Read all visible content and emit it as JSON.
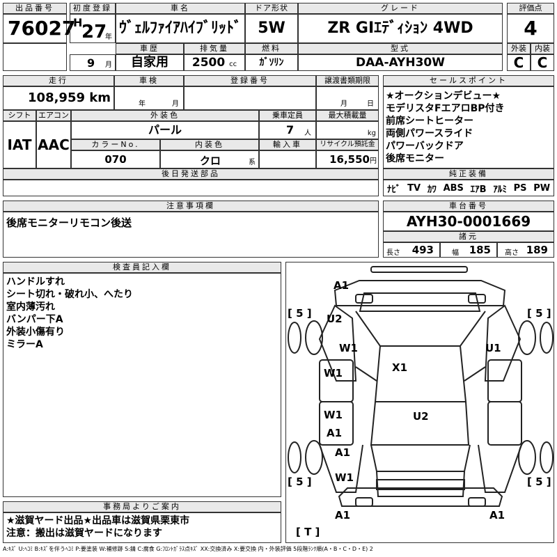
{
  "header": {
    "lot_label": "出品番号",
    "lot": "76027",
    "reg_label": "初度登録",
    "era": "H",
    "year": "27",
    "year_unit": "年",
    "month": "9",
    "month_unit": "月",
    "name_label": "車名",
    "name": "ｳﾞｪﾙﾌｧｲｱﾊｲﾌﾞﾘｯﾄﾞ",
    "door_label": "ドア形状",
    "door": "5W",
    "grade_label": "グレード",
    "grade": "ZR GIｴﾃﾞｨｼｮﾝ 4WD",
    "score_label": "評価点",
    "score": "4",
    "history_label": "車歴",
    "history": "自家用",
    "disp_label": "排気量",
    "disp": "2500",
    "disp_unit": "cc",
    "fuel_label": "燃料",
    "fuel": "ｶﾞｿﾘﾝ",
    "model_label": "型式",
    "model": "DAA-AYH30W",
    "ext_label": "外装",
    "int_label": "内装",
    "ext": "C",
    "int": "C"
  },
  "row2": {
    "mileage_label": "走行",
    "mileage": "108,959 km",
    "inspect_label": "車検",
    "inspect_y": "年",
    "inspect_m": "月",
    "regno_label": "登録番号",
    "transfer_label": "譲渡書類期限",
    "transfer_m": "月",
    "transfer_d": "日",
    "shift_label": "シフト",
    "shift": "IAT",
    "ac_label": "エアコン",
    "ac": "AAC",
    "color_label": "外装色",
    "color": "パール",
    "cap_label": "乗車定員",
    "cap": "7",
    "cap_unit": "人",
    "load_label": "最大積載量",
    "load_unit": "kg",
    "colorno_label": "カラーNo.",
    "colorno": "070",
    "intcolor_label": "内装色",
    "intcolor": "クロ",
    "intcolor_unit": "系",
    "import_label": "輸入車",
    "recycle_label": "リサイクル預託金",
    "recycle": "16,550",
    "recycle_unit": "円",
    "later_label": "後日発送部品"
  },
  "sales": {
    "label": "セールスポイント",
    "items": [
      "★オークションデビュー★",
      "モデリスタFエアロBP付き",
      "前席シートヒーター",
      "両側パワースライド",
      "パワーバックドア",
      "後席モニター"
    ]
  },
  "equip": {
    "label": "純正装備",
    "items": [
      "ﾅﾋﾞ",
      "TV",
      "ｶﾜ",
      "ABS",
      "ｴｱB",
      "ｱﾙﾐ",
      "PS",
      "PW"
    ]
  },
  "notes": {
    "label": "注意事項欄",
    "text": "後席モニターリモコン後送"
  },
  "chassis": {
    "label": "車台番号",
    "value": "AYH30-0001669",
    "dims_label": "諸元",
    "len_label": "長さ",
    "len": "493",
    "wid_label": "幅",
    "wid": "185",
    "hgt_label": "高さ",
    "hgt": "189"
  },
  "inspector": {
    "label": "検査員記入欄",
    "lines": [
      "ハンドルすれ",
      "シート切れ・破れ小、へたり",
      "室内薄汚れ",
      "バンパー下A",
      "外装小傷有り",
      "ミラーA"
    ]
  },
  "office": {
    "label": "事務局よりご案内",
    "lines": [
      "★滋賀ヤード出品★出品車は滋賀県栗東市",
      "注意：搬出は滋賀ヤードになります"
    ]
  },
  "diagram": {
    "marks": [
      "A1",
      "U2",
      "W1",
      "X1",
      "U1",
      "W1",
      "W1",
      "A1",
      "U2",
      "A1",
      "W1",
      "A1",
      "A1"
    ],
    "tire": "5",
    "trunk": "T"
  },
  "legend": "A:ｷｽﾞ U:ﾍｺﾐ B:ｷｽﾞを伴うﾍｺﾐ P:要塗装 W:補修跡 S:錆 C:腐食 G:ﾌﾛﾝﾄｶﾞﾗｽ点ｷｽﾞ XX:交換済み X:要交換 内・外装評価 5段階ﾗﾝｸ順(A・B・C・D・E) 2"
}
